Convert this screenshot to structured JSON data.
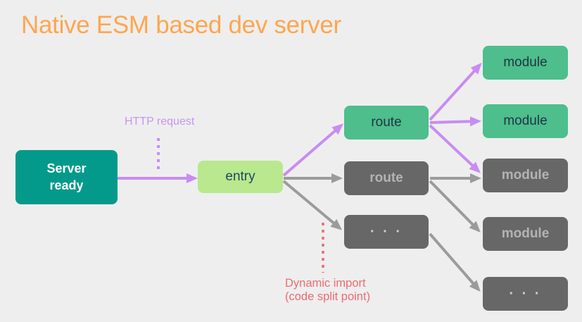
{
  "title": "Native ESM based dev server",
  "labels": {
    "http_request": "HTTP request",
    "dynamic_import": "Dynamic import\n(code split point)"
  },
  "nodes": {
    "server_ready": "Server\nready",
    "entry": "entry",
    "route_green": "route",
    "route_gray": "route",
    "more_routes": "· · ·",
    "module_1": "module",
    "module_2": "module",
    "module_3": "module",
    "module_4": "module",
    "more_modules": "· · ·"
  },
  "colors": {
    "background": "#eeeeef",
    "title_orange": "#ffa64d",
    "server_teal": "#049a8b",
    "entry_light_green": "#b9e88e",
    "node_green": "#4dbe8c",
    "node_gray": "#676767",
    "node_dark_text": "#213547",
    "node_gray_text": "#b3b3b3",
    "arrow_purple": "#c88cf2",
    "arrow_gray": "#9b9b9b",
    "dynamic_import_red": "#ee6b6b"
  }
}
